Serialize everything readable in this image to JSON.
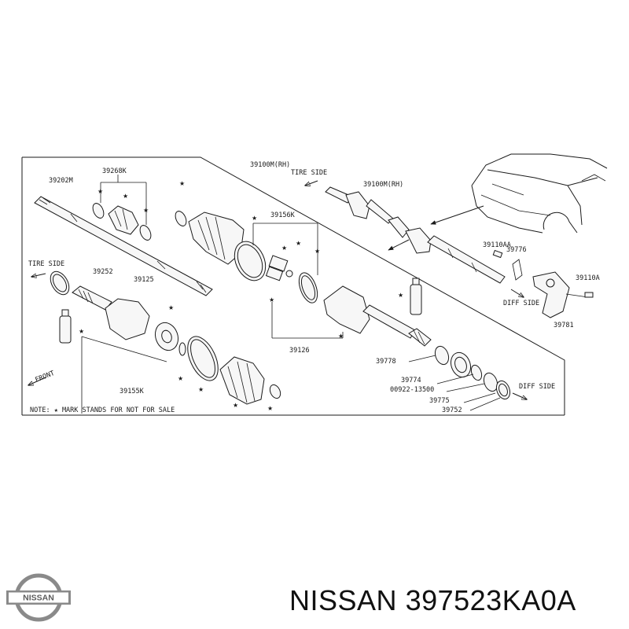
{
  "diagram": {
    "labels": {
      "p39202M": "39202M",
      "p39268K": "39268K",
      "p39100M_a": "39100M(RH)",
      "p39100M_b": "39100M(RH)",
      "p39156K": "39156K",
      "p39252": "39252",
      "p39125": "39125",
      "p39126": "39126",
      "p39155K": "39155K",
      "p39110AA": "39110AA",
      "p39776": "39776",
      "p39110A": "39110A",
      "p39781": "39781",
      "p39778": "39778",
      "p39774": "39774",
      "p00922": "00922-13500",
      "p39775": "39775",
      "p39752": "39752",
      "tire_side_1": "TIRE SIDE",
      "tire_side_2": "TIRE SIDE",
      "diff_side_1": "DIFF SIDE",
      "diff_side_2": "DIFF SIDE",
      "front": "FRONT",
      "note": "NOTE: ★  MARK STANDS FOR NOT FOR SALE"
    }
  },
  "brand": {
    "logo_text": "NISSAN",
    "caption_brand": "NISSAN",
    "caption_part_number": "397523KA0A"
  },
  "icons": [
    "nissan-logo-icon",
    "arrow-icon",
    "star-icon"
  ],
  "colors": {
    "ink": "#1a1a1a",
    "logo_gray": "#8a8a8a",
    "background": "#ffffff"
  }
}
